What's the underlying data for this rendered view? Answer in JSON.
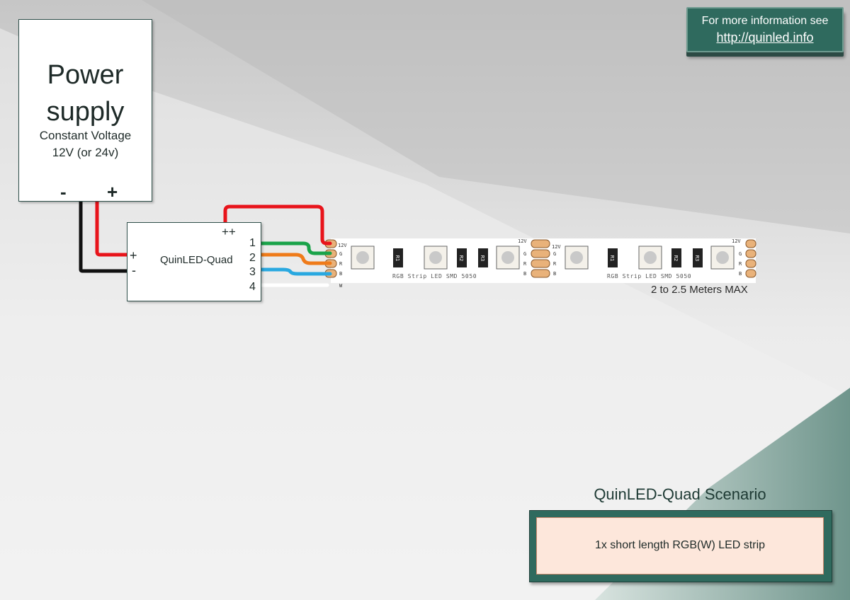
{
  "power_supply": {
    "title_line1": "Power",
    "title_line2": "supply",
    "subtitle_line1": "Constant Voltage",
    "subtitle_line2": "12V (or 24v)",
    "terminal_negative": "-",
    "terminal_positive": "+"
  },
  "controller": {
    "name": "QuinLED-Quad",
    "input_positive": "+",
    "input_negative": "-",
    "output_common": "++",
    "channels": [
      "1",
      "2",
      "3",
      "4"
    ]
  },
  "info": {
    "line1": "For more information see",
    "link": "http://quinled.info"
  },
  "led_strip": {
    "pad_labels": [
      "12V",
      "G",
      "R",
      "B"
    ],
    "w_label": "W",
    "resistor_labels": [
      "R1",
      "R2",
      "R3"
    ],
    "strip_text": "RGB Strip LED SMD 5050",
    "length_label": "2 to 2.5 Meters MAX"
  },
  "scenario": {
    "title": "QuinLED-Quad Scenario",
    "description": "1x short length RGB(W) LED strip"
  },
  "colors": {
    "wire_red": "#e8141b",
    "wire_black": "#111111",
    "wire_green": "#1aa34a",
    "wire_orange": "#ef7b1a",
    "wire_blue": "#29a8e0",
    "wire_white": "#ffffff",
    "accent_teal": "#2f6a5e",
    "pad_copper": "#e9b27a"
  }
}
